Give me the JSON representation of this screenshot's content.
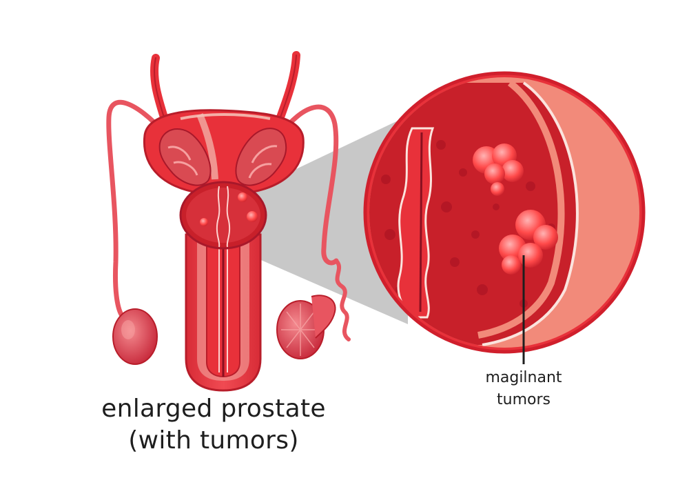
{
  "labels": {
    "main_caption_line1": "enlarged prostate",
    "main_caption_line2": "(with tumors)",
    "callout_line1": "magilnant",
    "callout_line2": "tumors"
  },
  "colors": {
    "tissue_red": "#e8313a",
    "dark_red": "#b81d2a",
    "light_red": "#f0626a",
    "pale_red": "#f7a4a4",
    "tumor": "#ff4a4a",
    "zoom_cone": "#c8c8c8",
    "text": "#1e1e1e"
  }
}
